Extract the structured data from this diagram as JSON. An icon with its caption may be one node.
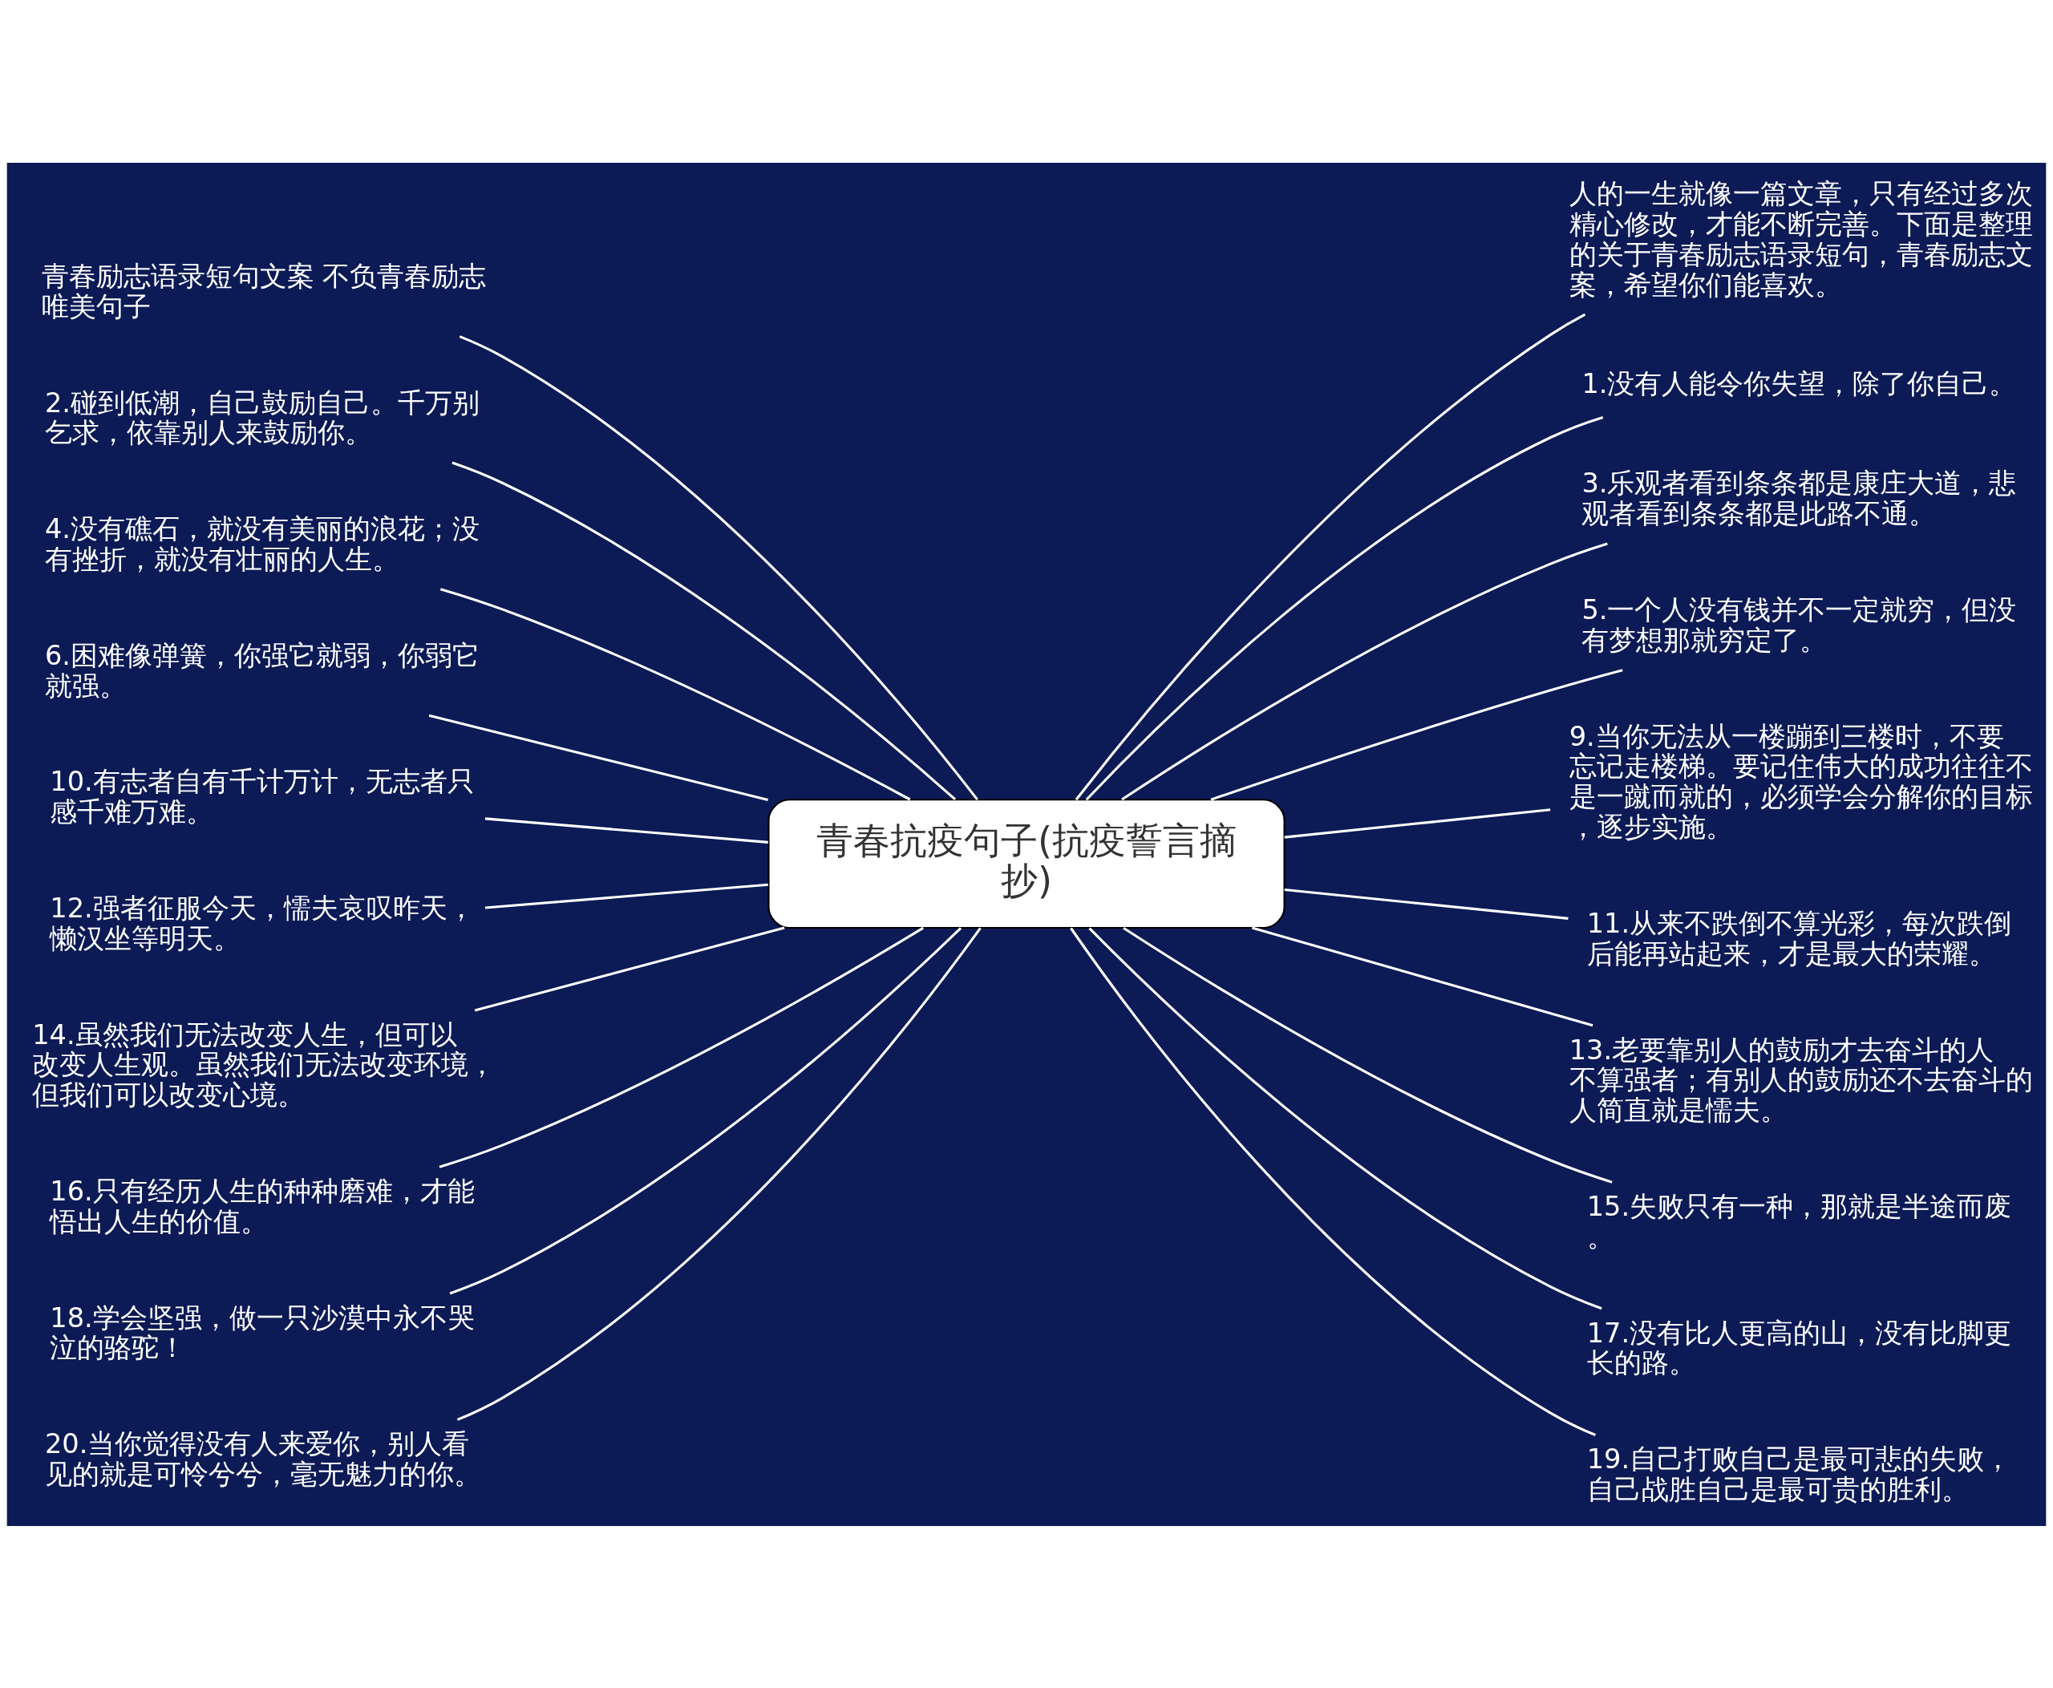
{
  "diagram": {
    "nodes": [
      {
        "text": [
          "青春抗疫句子(抗疫誓言摘抄)"
        ]
      },
      {
        "text": [
          "青春励志语录短句文案 不负青春励志唯美句子"
        ]
      },
      {
        "text": [
          "2.碰到低潮，自己鼓励自己。千万别乞求，依靠别人来鼓励你。"
        ]
      },
      {
        "text": [
          "4.没有礁石，就没有美丽的浪花；没有挫折，就没有壮丽的人生。"
        ]
      },
      {
        "text": [
          "6.困难像弹簧，你强它就弱，你弱它就强。"
        ]
      },
      {
        "text": [
          "10.有志者自有千计万计，无志者只感千难万难。"
        ]
      },
      {
        "text": [
          "12.强者征服今天，懦夫哀叹昨天，懒汉坐等明天。"
        ]
      },
      {
        "text": [
          "14.虽然我们无法改变人生，但可以改变人生观。虽然我们无法改变环境，但我们可以改变心境。"
        ]
      },
      {
        "text": [
          "16.只有经历人生的种种磨难，才能悟出人生的价值。"
        ]
      },
      {
        "text": [
          "18.学会坚强，做一只沙漠中永不哭泣的骆驼！"
        ]
      },
      {
        "text": [
          "20.当你觉得没有人来爱你，别人看见的就是可怜兮兮，毫无魅力的你。"
        ]
      },
      {
        "text": [
          "人的一生就像一篇文章，只有经过多次精心修改，才能不断完善。下面是整理的关于青春励志语录短句，青春励志文案，希望你们能喜欢。"
        ]
      },
      {
        "text": [
          "1.没有人能令你失望，除了你自己。"
        ]
      },
      {
        "text": [
          "3.乐观者看到条条都是康庄大道，悲观者看到条条都是此路不通。"
        ]
      },
      {
        "text": [
          "5.一个人没有钱并不一定就穷，但没有梦想那就穷定了。"
        ]
      },
      {
        "text": [
          "9.当你无法从一楼蹦到三楼时，不要忘记走楼梯。要记住伟大的成功往往不是一蹴而就的，必须学会分解你的目标，逐步实施。"
        ]
      },
      {
        "text": [
          "11.从来不跌倒不算光彩，每次跌倒后能再站起来，才是最大的荣耀。"
        ]
      },
      {
        "text": [
          "13.老要靠别人的鼓励才去奋斗的人不算强者；有别人的鼓励还不去奋斗的人简直就是懦夫。"
        ]
      },
      {
        "text": [
          "15.失败只有一种，那就是半途而废。"
        ]
      },
      {
        "text": [
          "17.没有比人更高的山，没有比脚更长的路。"
        ]
      },
      {
        "text": [
          "19.自己打败自己是最可悲的失败，自己战胜自己是最可贵的胜利。"
        ]
      }
    ],
    "edges": [
      {
        "from": 0,
        "to": 1,
        "arrow": "none"
      },
      {
        "from": 0,
        "to": 2,
        "arrow": "none"
      },
      {
        "from": 0,
        "to": 3,
        "arrow": "none"
      },
      {
        "from": 0,
        "to": 4,
        "arrow": "none"
      },
      {
        "from": 0,
        "to": 5,
        "arrow": "none"
      },
      {
        "from": 0,
        "to": 6,
        "arrow": "none"
      },
      {
        "from": 0,
        "to": 7,
        "arrow": "none"
      },
      {
        "from": 0,
        "to": 8,
        "arrow": "none"
      },
      {
        "from": 0,
        "to": 9,
        "arrow": "none"
      },
      {
        "from": 0,
        "to": 10,
        "arrow": "none"
      },
      {
        "from": 0,
        "to": 11,
        "arrow": "none"
      },
      {
        "from": 0,
        "to": 12,
        "arrow": "none"
      },
      {
        "from": 0,
        "to": 13,
        "arrow": "none"
      },
      {
        "from": 0,
        "to": 14,
        "arrow": "none"
      },
      {
        "from": 0,
        "to": 15,
        "arrow": "none"
      },
      {
        "from": 0,
        "to": 16,
        "arrow": "none"
      },
      {
        "from": 0,
        "to": 17,
        "arrow": "none"
      },
      {
        "from": 0,
        "to": 18,
        "arrow": "none"
      },
      {
        "from": 0,
        "to": 19,
        "arrow": "none"
      },
      {
        "from": 0,
        "to": 20,
        "arrow": "none"
      }
    ]
  }
}
